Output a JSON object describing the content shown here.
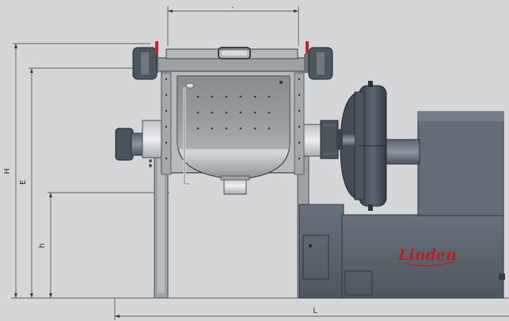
{
  "dimensions": {
    "H": "H",
    "E": "E",
    "h": "h",
    "L": "L"
  },
  "logo": {
    "text": "Linden"
  },
  "colors": {
    "background": "#d4d6d8",
    "steel": "#8e9296",
    "dark_steel": "#4a5058",
    "motor": "#59626b",
    "logo_red": "#b0202a",
    "handle_red": "#c0262c"
  }
}
